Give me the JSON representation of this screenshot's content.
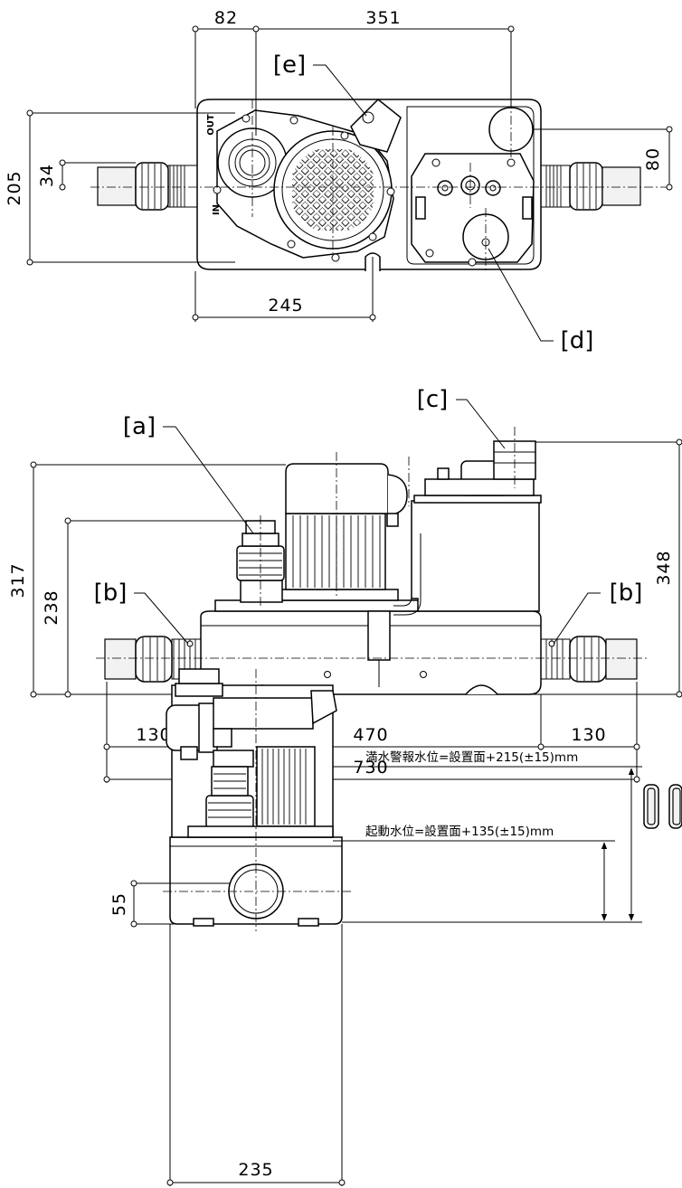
{
  "top_view": {
    "dims": {
      "d82": "82",
      "d351": "351",
      "d205": "205",
      "d34": "34",
      "d80": "80",
      "d245": "245"
    },
    "labels": {
      "e": "[e]",
      "d": "[d]"
    },
    "marks": {
      "out": "OUT",
      "in": "IN"
    }
  },
  "front_view": {
    "dims": {
      "d317": "317",
      "d238": "238",
      "d348": "348",
      "d130_left": "130",
      "d470": "470",
      "d130_right": "130",
      "d730": "730"
    },
    "labels": {
      "a": "[a]",
      "b_left": "[b]",
      "b_right": "[b]",
      "c": "[c]"
    }
  },
  "side_view": {
    "dims": {
      "d55": "55",
      "d235": "235"
    },
    "notes": {
      "alarm_level": "満水警報水位=設置面+215(±15)mm",
      "start_level": "起動水位=設置面+135(±15)mm"
    }
  }
}
